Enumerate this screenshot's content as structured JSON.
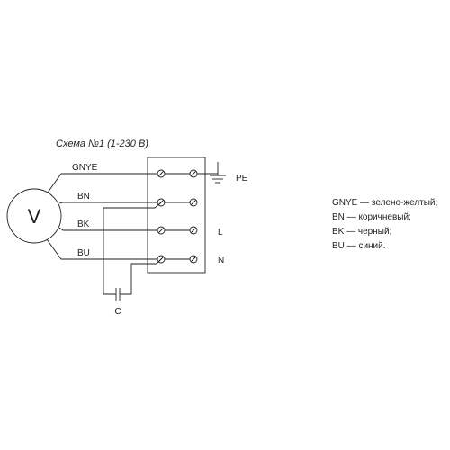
{
  "diagram": {
    "title": "Схема №1 (1-230 В)",
    "motor_label": "V",
    "wires": {
      "gnye": "GNYE",
      "bn": "BN",
      "bk": "BK",
      "bu": "BU"
    },
    "terminals": {
      "pe": "PE",
      "l": "L",
      "n": "N"
    },
    "capacitor_label": "C",
    "legend": [
      "GNYE — зелено-желтый;",
      "BN — коричневый;",
      "BK — черный;",
      "BU — синий."
    ],
    "colors": {
      "ink": "#231f20",
      "background": "#ffffff"
    }
  }
}
